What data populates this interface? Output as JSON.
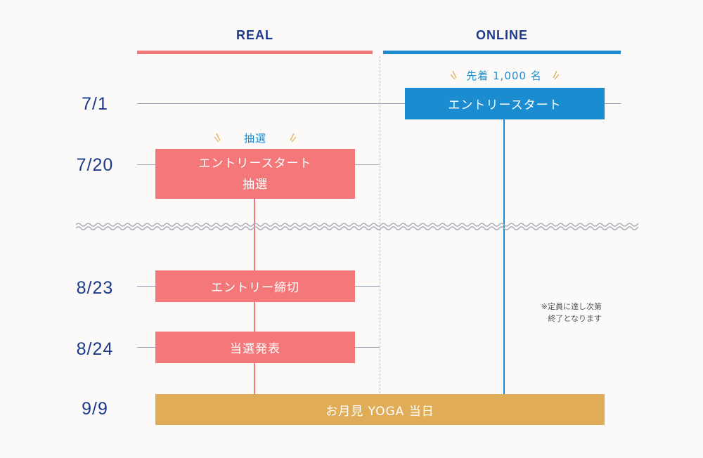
{
  "columns": {
    "real": {
      "label": "REAL",
      "color": "#f4787a"
    },
    "online": {
      "label": "ONLINE",
      "color": "#1a8ccf"
    }
  },
  "dates": [
    "7/1",
    "7/20",
    "8/23",
    "8/24",
    "9/9"
  ],
  "online_badge": "先着 1,000 名",
  "real_badge": "抽選",
  "boxes": {
    "online_entry": "エントリースタート",
    "real_entry_line1": "エントリースタート",
    "real_entry_line2": "抽選",
    "real_close": "エントリー締切",
    "real_announce": "当選発表",
    "event_day": "お月見 YOGA 当日"
  },
  "note": "※定員に達し次第\n終了となります",
  "colors": {
    "gold": "#e0ac58",
    "navy": "#1b3a8c"
  }
}
